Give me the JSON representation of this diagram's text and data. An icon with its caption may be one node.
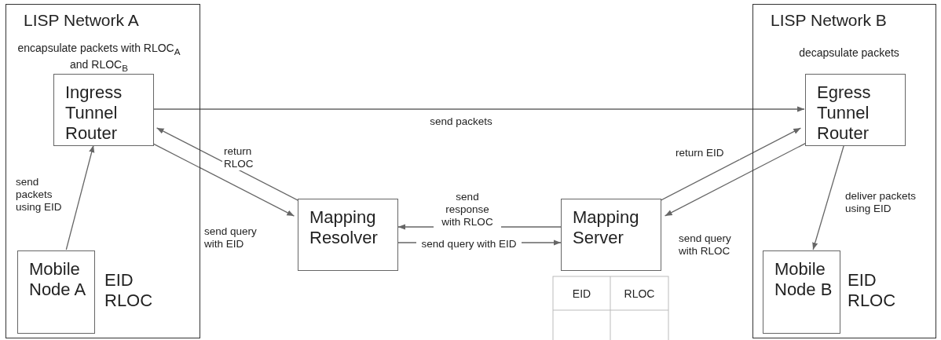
{
  "diagram": {
    "nodes": [
      {
        "text": [
          "LISP Network A"
        ]
      },
      {
        "text": [
          "Ingress Tunnel Router"
        ],
        "in": 0,
        "beside": [
          "encapsulate packets with RLOC$_{A}$ and RLOC$_{B}$"
        ]
      },
      {
        "text": [
          "Mobile Node A"
        ],
        "in": 0,
        "beside": [
          "EID RLOC"
        ]
      },
      {
        "text": [
          "Mapping Resolver"
        ]
      },
      {
        "text": [
          "Mapping Server"
        ]
      },
      {
        "text": [
          "LISP Network B"
        ]
      },
      {
        "text": [
          "Egress Tunnel Router"
        ],
        "in": 5,
        "beside": [
          "decapsulate packets"
        ]
      },
      {
        "text": [
          "Mobile Node B"
        ],
        "in": 5,
        "beside": [
          "EID RLOC"
        ]
      }
    ],
    "edges": [
      {
        "from": 2,
        "to": 1,
        "arrow": "to",
        "label": "send packets using EID"
      },
      {
        "from": 1,
        "to": 6,
        "arrow": "to",
        "label": "send packets"
      },
      {
        "from": 3,
        "to": 1,
        "arrow": "to",
        "label": "return RLOC"
      },
      {
        "from": 1,
        "to": 3,
        "arrow": "to",
        "label": "send query with EID"
      },
      {
        "from": 4,
        "to": 3,
        "arrow": "to",
        "label": "send response with RLOC"
      },
      {
        "from": 3,
        "to": 4,
        "arrow": "to",
        "label": "send query with EID"
      },
      {
        "from": 4,
        "to": 6,
        "arrow": "to",
        "label": "return EID"
      },
      {
        "from": 6,
        "to": 4,
        "arrow": "to",
        "label": "send query with RLOC"
      },
      {
        "from": 6,
        "to": 7,
        "arrow": "to",
        "label": "deliver packets using EID"
      }
    ],
    "labels": [
      "EID",
      "RLOC"
    ]
  }
}
